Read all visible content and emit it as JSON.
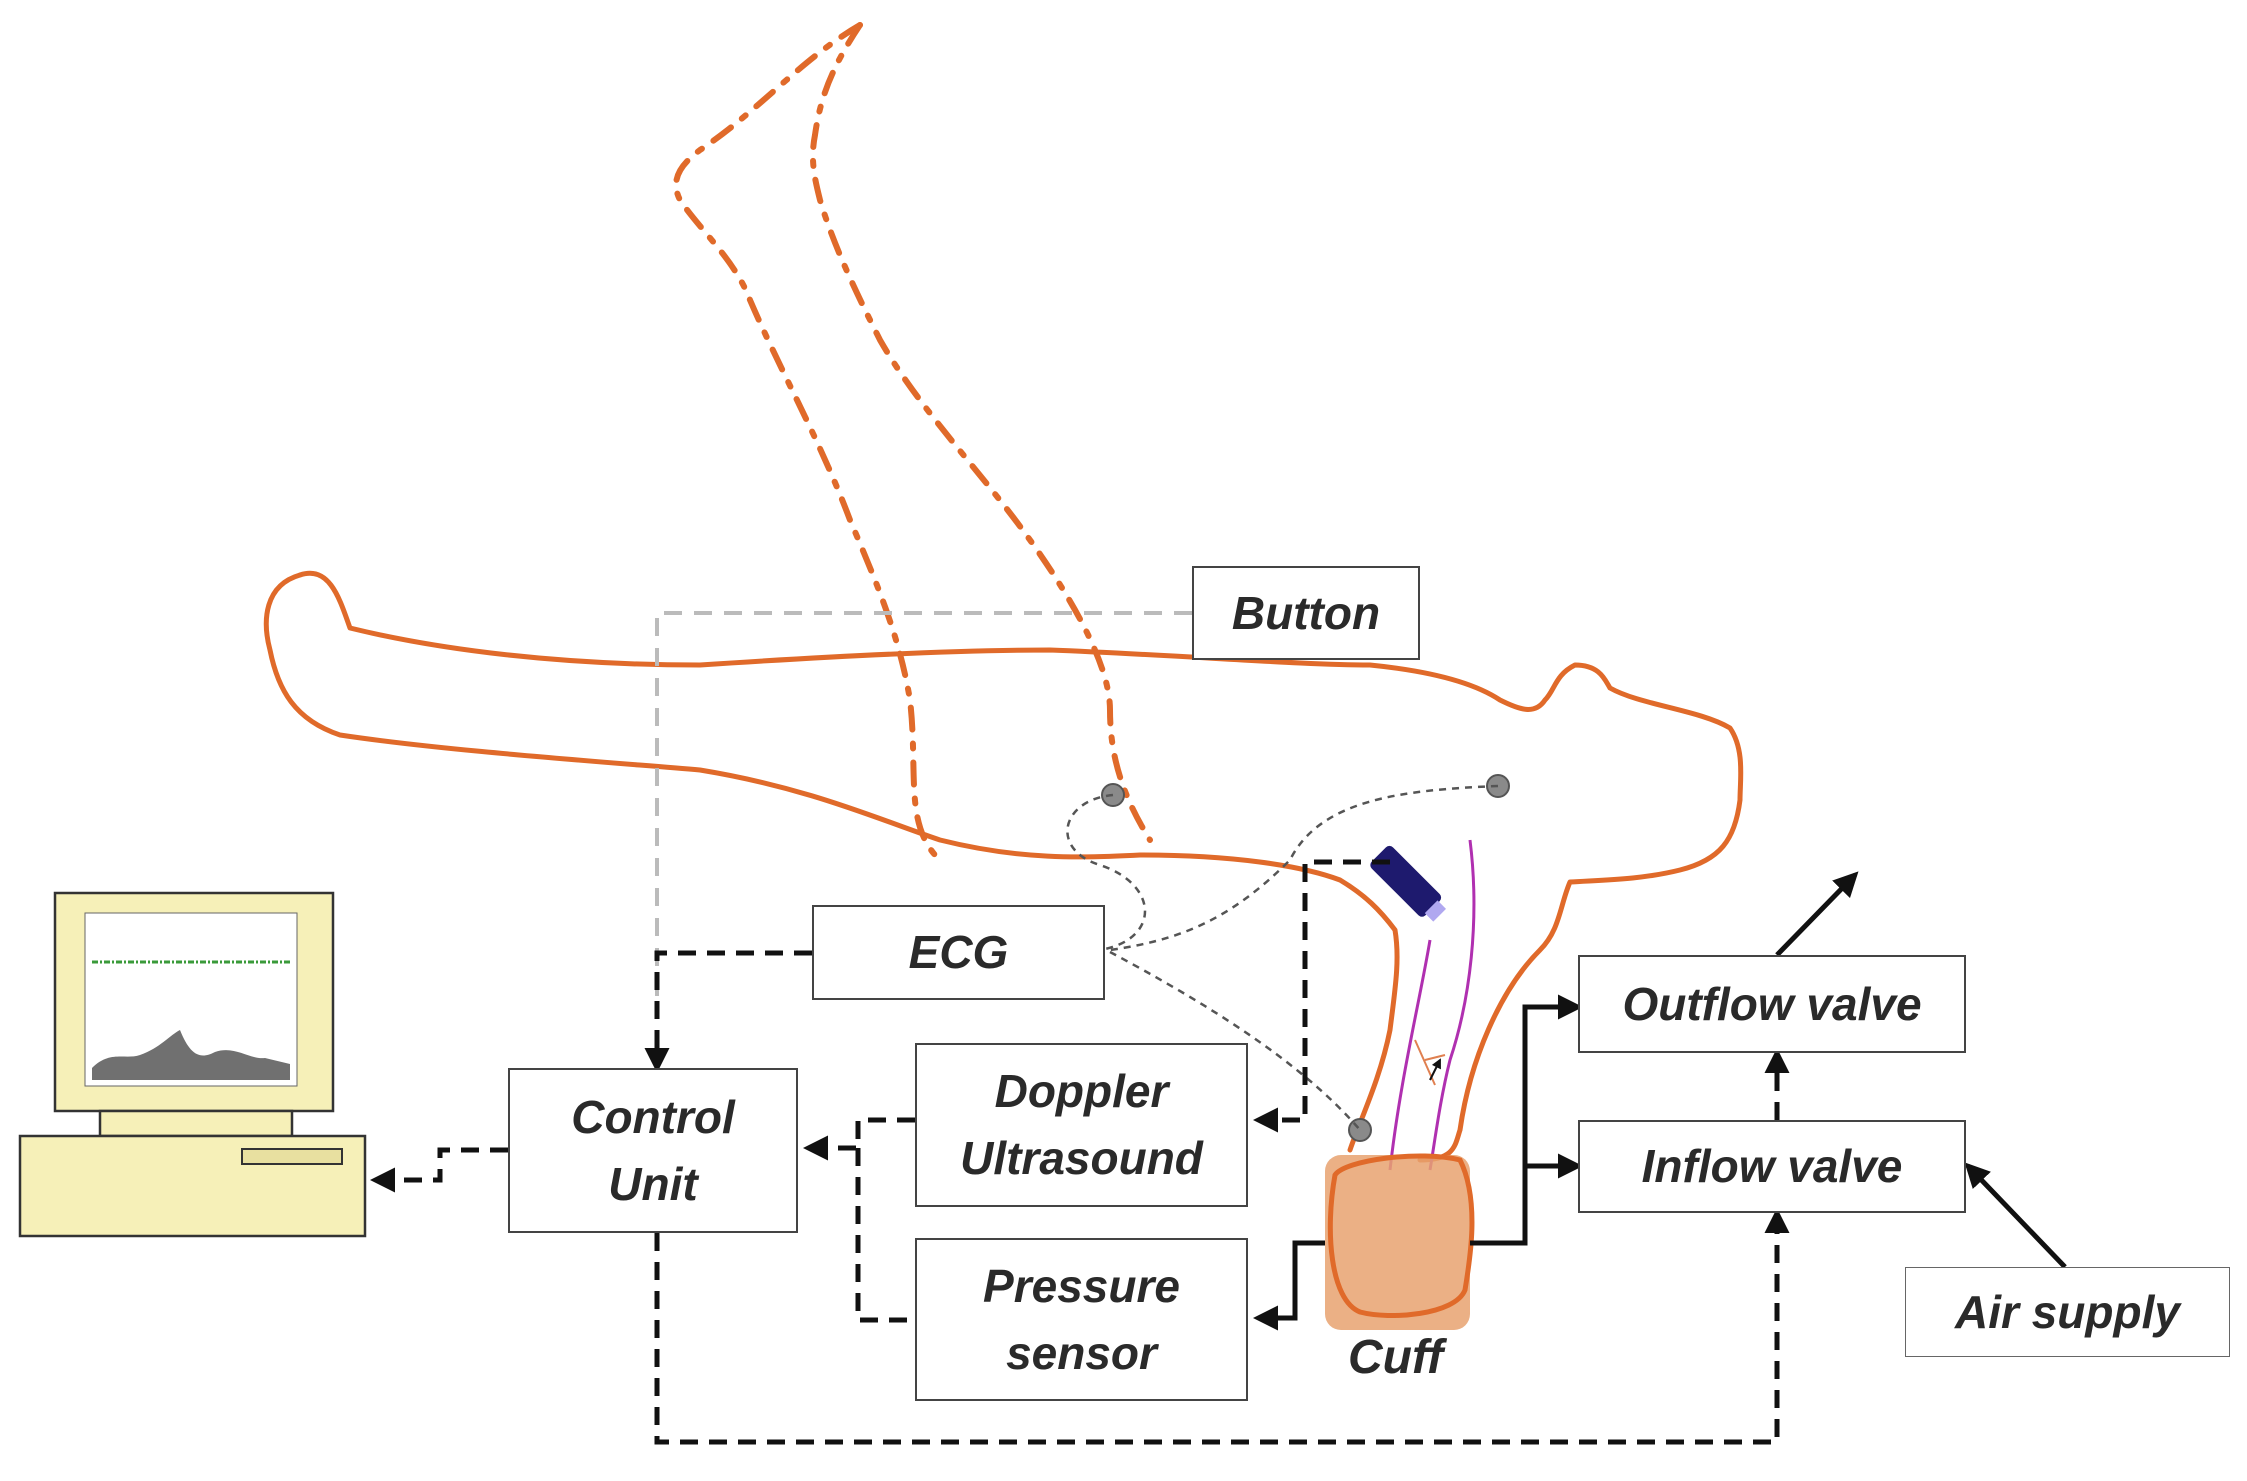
{
  "diagram": {
    "boxes": {
      "button": "Button",
      "ecg": "ECG",
      "control_unit_line1": "Control",
      "control_unit_line2": "Unit",
      "doppler_line1": "Doppler",
      "doppler_line2": "Ultrasound",
      "pressure_line1": "Pressure",
      "pressure_line2": "sensor",
      "outflow_valve": "Outflow valve",
      "inflow_valve": "Inflow valve",
      "air_supply": "Air supply"
    },
    "labels": {
      "cuff": "Cuff"
    },
    "colors": {
      "body_outline": "#e06a2a",
      "cuff_fill": "#e8a270",
      "box_border": "#444444",
      "connector": "#111111",
      "button_line": "#bbbbbb",
      "ecg_lead": "#555555",
      "vessel": "#b030b0",
      "probe": "#1e1a6e",
      "monitor_case": "#f6f0b8"
    },
    "icons": [
      "computer-monitor-icon",
      "ecg-electrode-icon",
      "doppler-probe-icon"
    ]
  }
}
